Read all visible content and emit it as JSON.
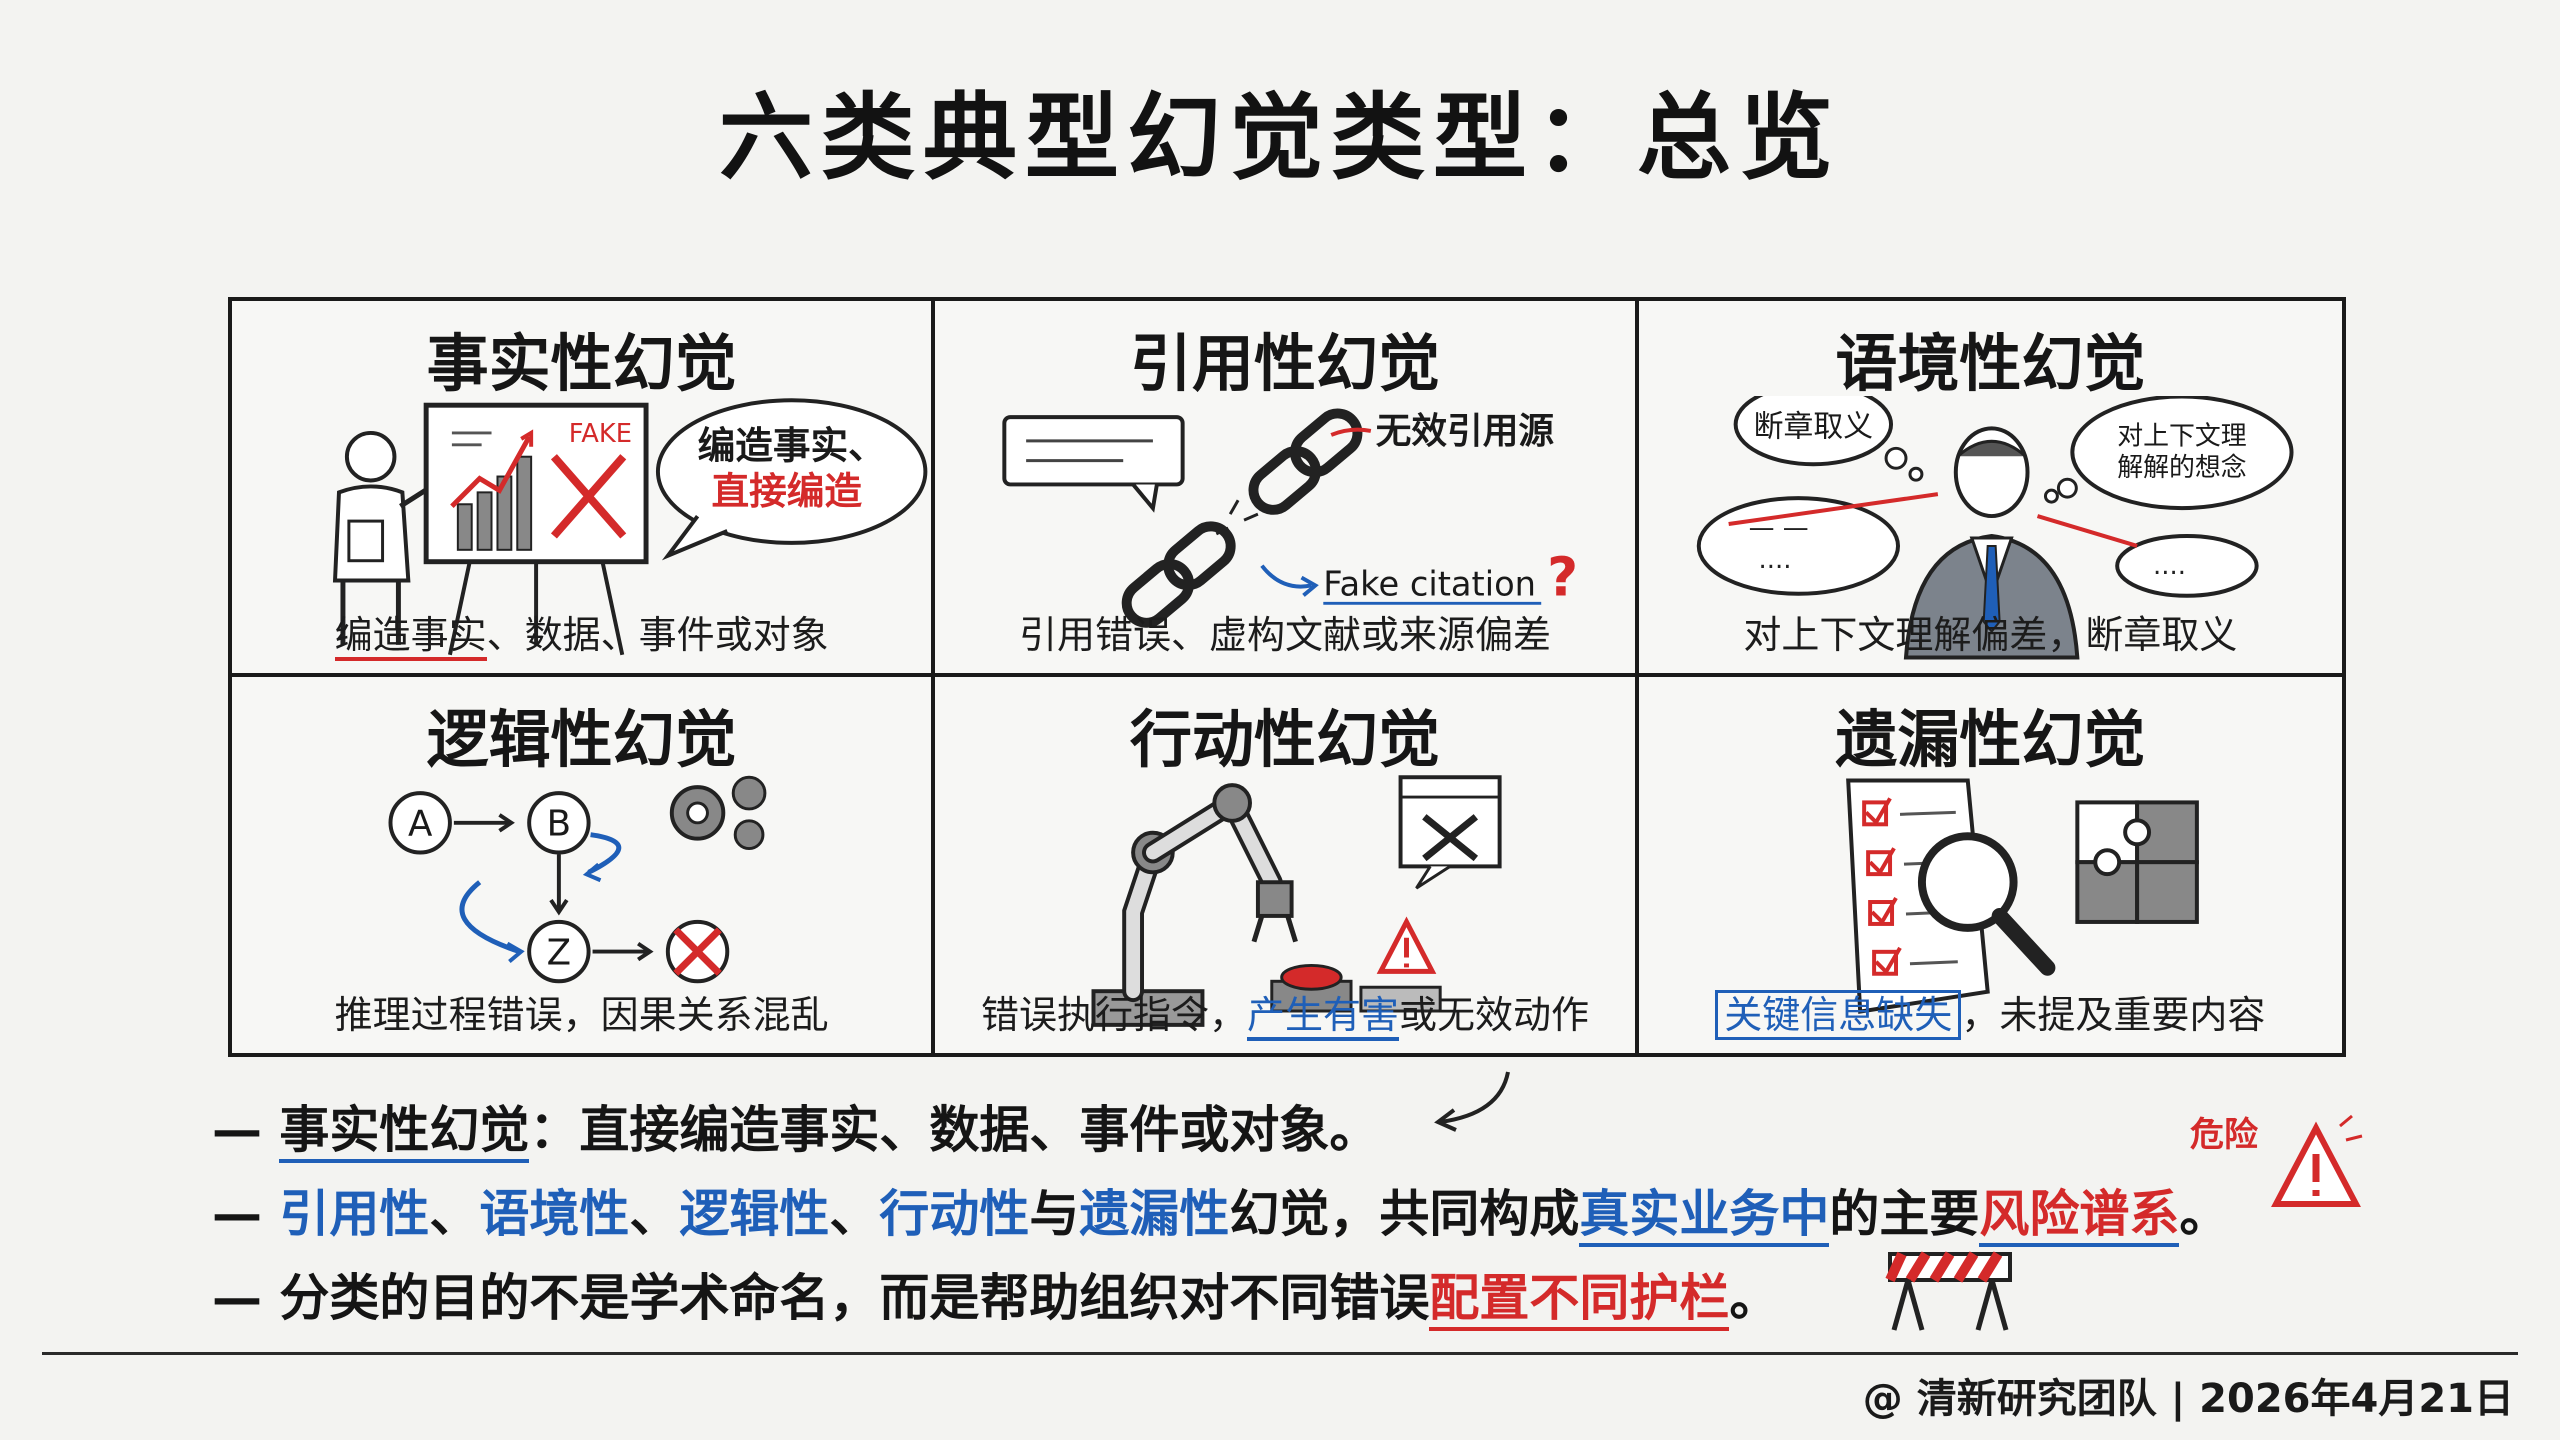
{
  "title": "六类典型幻觉类型：总览",
  "cells": [
    {
      "title": "事实性幻觉",
      "desc_u": "编造事实",
      "desc_rest": "、数据、事件或对象",
      "bubble_line1": "编造事实、",
      "bubble_line2": "直接编造",
      "fake_label": "FAKE"
    },
    {
      "title": "引用性幻觉",
      "desc": "引用错误、虚构文献或来源偏差",
      "note_invalid": "无效引用源",
      "note_fake": "Fake citation",
      "qmark": "?"
    },
    {
      "title": "语境性幻觉",
      "desc": "对上下文理解偏差，断章取义",
      "bubble_left": "断章取义",
      "bubble_right_1": "对上下文理",
      "bubble_right_2": "解解的想念",
      "dots": "....",
      "dots2": "....",
      "dash": "— —"
    },
    {
      "title": "逻辑性幻觉",
      "desc": "推理过程错误，因果关系混乱",
      "node_a": "A",
      "node_b": "B",
      "node_z": "Z"
    },
    {
      "title": "行动性幻觉",
      "desc_pre": "错误执行指令，",
      "desc_u": "产生有害",
      "desc_post": "或无效动作"
    },
    {
      "title": "遗漏性幻觉",
      "desc_box": "关键信息缺失",
      "desc_post": "，未提及重要内容"
    }
  ],
  "lines": {
    "l1_dash": "— ",
    "l1_u": "事实性幻觉",
    "l1_rest": "：直接编造事实、数据、事件或对象。",
    "l2_dash": "— ",
    "l2_a": "引用性",
    "l2_sep1": "、",
    "l2_b": "语境性",
    "l2_sep2": "、",
    "l2_c": "逻辑性",
    "l2_sep3": "、",
    "l2_d": "行动性",
    "l2_sep4": "与",
    "l2_e": "遗漏性",
    "l2_mid": "幻觉，共同构成",
    "l2_f": "真实业务中",
    "l2_mid2": "的主要",
    "l2_g": "风险谱系",
    "l2_end": "。",
    "l3_dash": "— ",
    "l3_pre": "分类的目的不是学术命名，而是帮助组织对不同错误",
    "l3_red": "配置不同护栏",
    "l3_end": "。"
  },
  "danger_label": "危险",
  "footer": "@ 清新研究团队 | 2026年4月21日",
  "colors": {
    "red": "#d42a2a",
    "blue": "#1f5fb8",
    "ink": "#1a1a1a"
  }
}
